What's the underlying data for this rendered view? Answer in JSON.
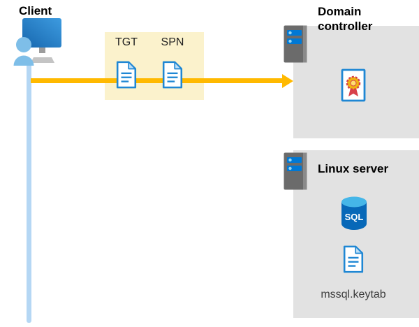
{
  "labels": {
    "client": "Client",
    "tgt": "TGT",
    "spn": "SPN",
    "domain_controller": "Domain controller",
    "linux_server": "Linux server",
    "sql": "SQL",
    "keytab": "mssql.keytab"
  },
  "colors": {
    "arrow_gold": "#FFB900",
    "highlight_yellow": "#FBF2CC",
    "panel_gray": "#E2E2E2",
    "icon_blue": "#1F87D4",
    "timeline_blue": "#B5D7F4",
    "sql_body_blue": "#0768B8",
    "sql_top_cyan": "#45B6E8",
    "seal_red": "#D8414B",
    "seal_gold": "#EFB310"
  }
}
